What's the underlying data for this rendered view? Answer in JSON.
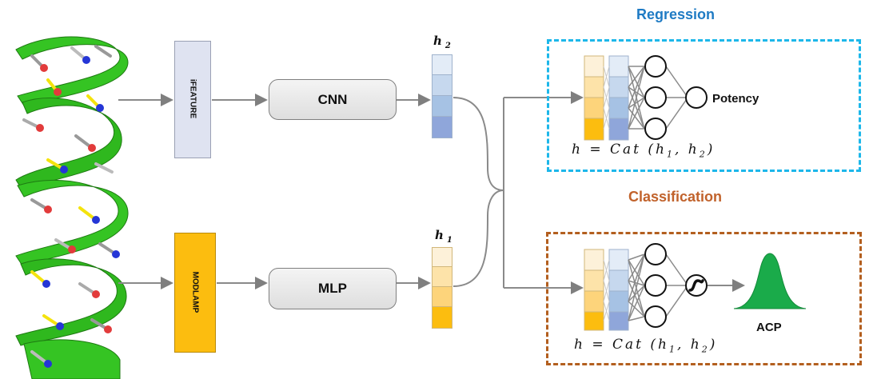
{
  "feature_boxes": {
    "ifeature": {
      "label": "iFEATURE",
      "color": "#dfe3f1"
    },
    "modlamp": {
      "label": "MODLAMP",
      "color": "#fcbd0f"
    }
  },
  "encoders": {
    "cnn": {
      "label": "CNN"
    },
    "mlp": {
      "label": "MLP"
    }
  },
  "embeddings": {
    "h2": {
      "label": "h",
      "sub": "2"
    },
    "h1": {
      "label": "h",
      "sub": "1"
    }
  },
  "regression": {
    "title": "Regression",
    "title_color": "#1f7bc4",
    "border_color": "#1db7ea",
    "output_label": "Potency",
    "concat": {
      "prefix": "h = Cat",
      "h1": "h",
      "s1": "1",
      "h2": "h",
      "s2": "2"
    }
  },
  "classification": {
    "title": "Classification",
    "title_color": "#c1622b",
    "border_color": "#b35f1f",
    "output_label": "ACP",
    "concat": {
      "prefix": "h = Cat",
      "h1": "h",
      "s1": "1",
      "h2": "h",
      "s2": "2"
    }
  },
  "colors": {
    "blue_cells": [
      "#e3ecf7",
      "#c6d8ee",
      "#a6c2e4",
      "#8fa6da"
    ],
    "yellow_cells": [
      "#fdf1d9",
      "#fde3a9",
      "#fdd47b",
      "#fcbd0f"
    ],
    "helix_green": "#35c423",
    "peak_green": "#1aab4a"
  }
}
